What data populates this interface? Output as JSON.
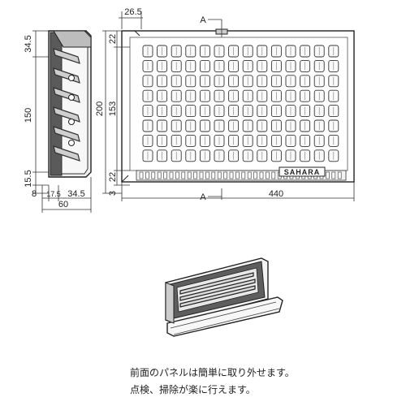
{
  "side_view": {
    "dims": {
      "top": "34.5",
      "middle": "150",
      "lower": "15.5",
      "bottom": "8",
      "width_a": "17.5",
      "width_b": "34.5",
      "width_total": "60"
    }
  },
  "front_view": {
    "dims": {
      "left_offset": "26.5",
      "height_total": "200",
      "top_margin": "22",
      "inner_height": "153",
      "bottom_margin": "22",
      "base": "3",
      "width_total": "440"
    },
    "section_label_top": "A",
    "section_label_bottom": "A",
    "logo_text": "SAHARA"
  },
  "captions": {
    "line1": "前面のパネルは簡単に取り外せます。",
    "line2": "点検、掃除が楽に行えます。"
  }
}
